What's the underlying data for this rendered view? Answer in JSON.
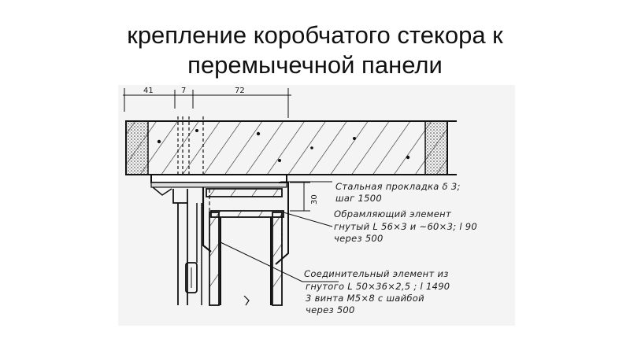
{
  "slide": {
    "title_line1": "крепление коробчатого стекора к",
    "title_line2": "перемычечной панели"
  },
  "drawing": {
    "dimensions": {
      "d41": "41",
      "d7": "7",
      "d72": "72",
      "d30": "30"
    },
    "callouts": {
      "steel_pad_1": "Стальная прокладка δ 3;",
      "steel_pad_2": "шаг 1500",
      "frame_1": "Обрамляющий элемент",
      "frame_2": "гнутый L 56×3 и ~60×3; l 90",
      "frame_3": "через 500",
      "connector_1": "Соединительный элемент из",
      "connector_2": "гнутого L 50×36×2,5 ; l 1490",
      "connector_3": "3 винта М5×8 с шайбой",
      "connector_4": "через 500"
    }
  }
}
